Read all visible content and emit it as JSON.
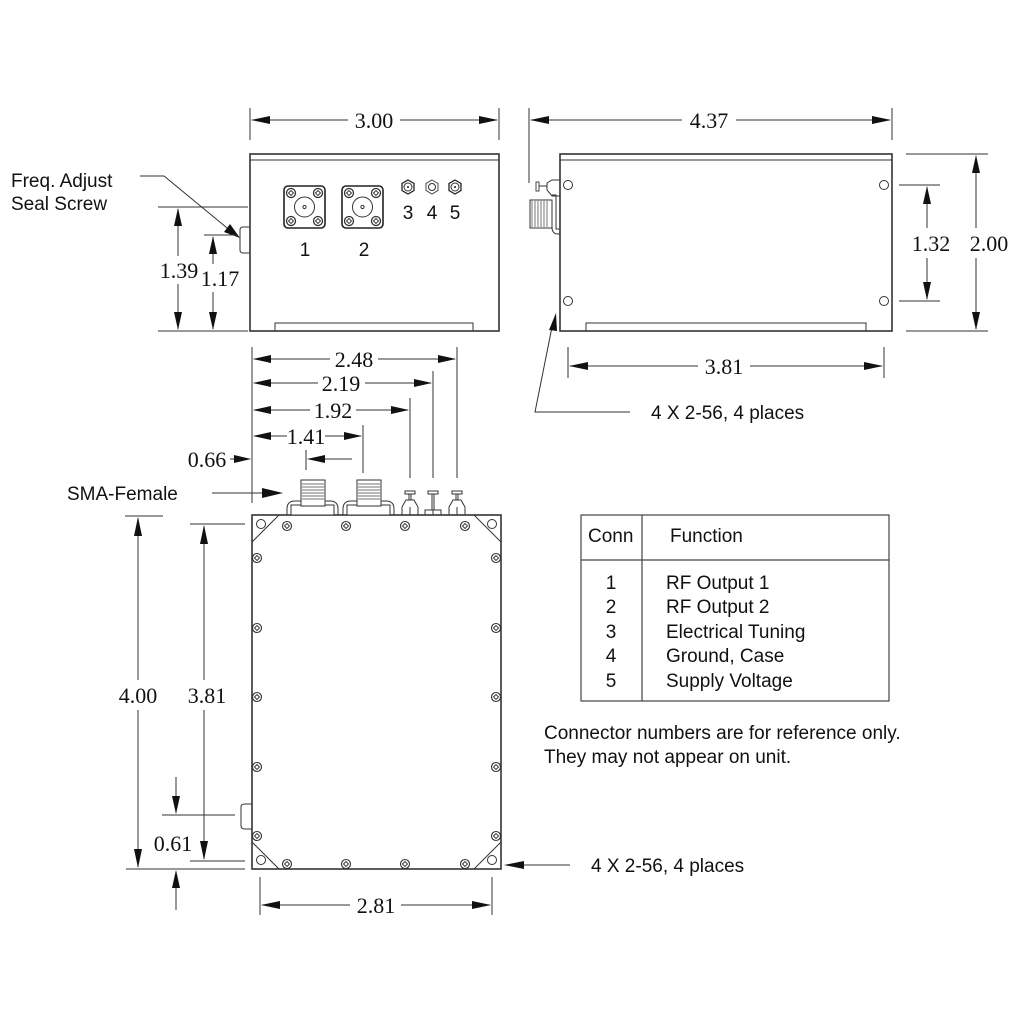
{
  "front_view": {
    "width_dim": "3.00",
    "height_dim_a": "1.39",
    "height_dim_b": "1.17",
    "callout": {
      "line1": "Freq. Adjust",
      "line2": "Seal Screw"
    },
    "connector_labels": [
      "1",
      "2",
      "3",
      "4",
      "5"
    ]
  },
  "side_view": {
    "length_dim": "4.37",
    "hole_spacing_dim": "3.81",
    "height_dim": "2.00",
    "hole_vertical_dim": "1.32",
    "callout": "4 X 2-56, 4 places"
  },
  "top_view": {
    "offset_dims": [
      "2.48",
      "2.19",
      "1.92",
      "1.41",
      "0.66"
    ],
    "sma_label": "SMA-Female",
    "length_dim": "4.00",
    "hole_length_dim": "3.81",
    "bottom_offset_dim": "0.61",
    "width_dim": "2.81",
    "callout": "4 X 2-56, 4 places"
  },
  "connector_table": {
    "headers": [
      "Conn",
      "Function"
    ],
    "rows": [
      {
        "conn": "1",
        "function": "RF Output 1"
      },
      {
        "conn": "2",
        "function": "RF Output 2"
      },
      {
        "conn": "3",
        "function": "Electrical Tuning"
      },
      {
        "conn": "4",
        "function": "Ground, Case"
      },
      {
        "conn": "5",
        "function": "Supply Voltage"
      }
    ]
  },
  "note": {
    "line1": "Connector numbers are for reference only.",
    "line2": "They may not appear on unit."
  }
}
